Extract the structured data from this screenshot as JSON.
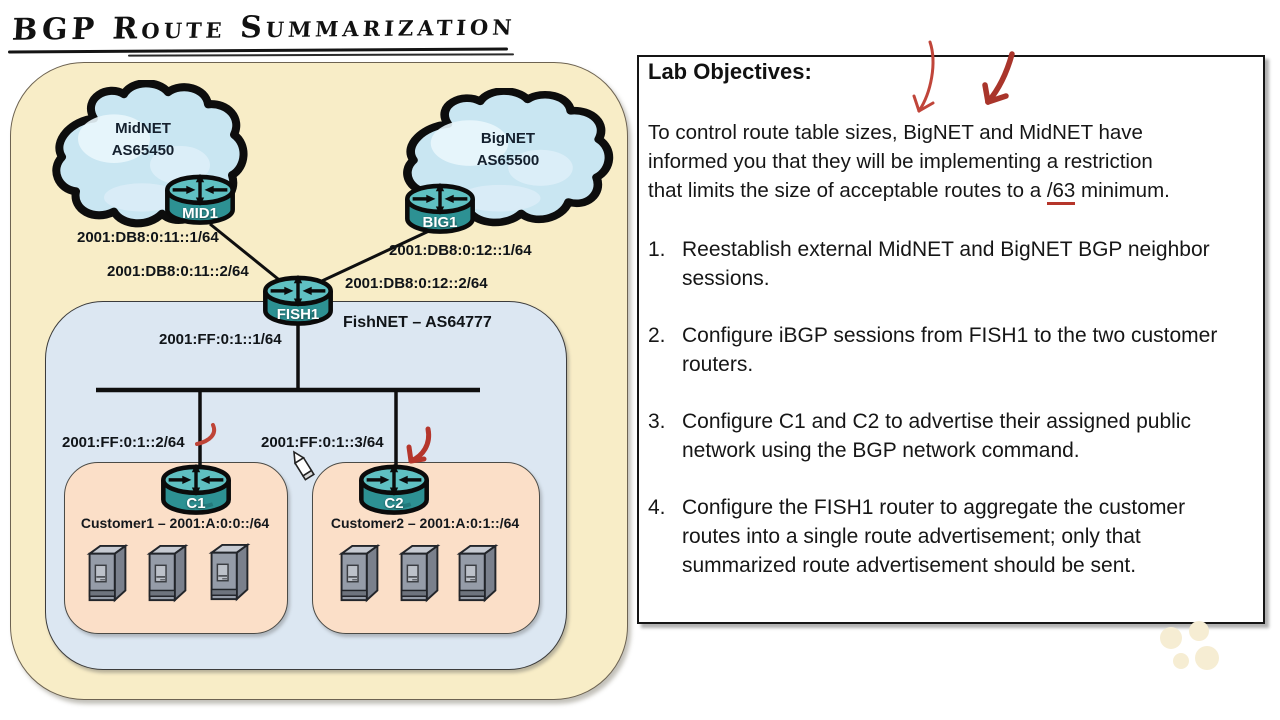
{
  "title": {
    "text": "BGP Route Summarization"
  },
  "diagram": {
    "midnet": {
      "name": "MidNET",
      "asn": "AS65450",
      "router_label": "MID1"
    },
    "bignet": {
      "name": "BigNET",
      "asn": "AS65500",
      "router_label": "BIG1"
    },
    "fishnet": {
      "label": "FishNET – AS64777",
      "router_label": "FISH1"
    },
    "customer1": {
      "label": "Customer1 – 2001:A:0:0::/64",
      "router_label": "C1"
    },
    "customer2": {
      "label": "Customer2 – 2001:A:0:1::/64",
      "router_label": "C2"
    },
    "links": {
      "mid1_ip": "2001:DB8:0:11::1/64",
      "mid_fish_ip": "2001:DB8:0:11::2/64",
      "big1_ip": "2001:DB8:0:12::1/64",
      "big_fish_ip": "2001:DB8:0:12::2/64",
      "lan_fish1_ip": "2001:FF:0:1::1/64",
      "lan_c1_ip": "2001:FF:0:1::2/64",
      "lan_c2_ip": "2001:FF:0:1::3/64"
    }
  },
  "objectives": {
    "heading": "Lab Objectives:",
    "intro_line1": "To control route table sizes, BigNET and MidNET have",
    "intro_line2": "informed you that they will be implementing a restriction",
    "intro_line3_pre": "that limits the size of acceptable routes to a ",
    "intro_highlight": "/63",
    "intro_line3_post": " minimum.",
    "items": [
      {
        "num": "1.",
        "lines": [
          "Reestablish external MidNET and BigNET BGP neighbor",
          "sessions."
        ]
      },
      {
        "num": "2.",
        "lines": [
          "Configure iBGP sessions from FISH1 to the two customer",
          "routers."
        ]
      },
      {
        "num": "3.",
        "lines": [
          "Configure C1 and C2 to advertise their assigned public",
          "network using the BGP network command."
        ]
      },
      {
        "num": "4.",
        "lines": [
          "Configure the FISH1 router to aggregate the customer",
          "routes into a single route advertisement; only that",
          "summarized route advertisement should be sent."
        ]
      }
    ]
  },
  "colors": {
    "outer_box": "#F8EDC7",
    "fishnet_box": "#DCE7F2",
    "customer_box": "#FBDFC8",
    "cloud_fill": "#C9E6F2",
    "router_teal": "#2D9193",
    "annotation_red": "#B5362C"
  }
}
